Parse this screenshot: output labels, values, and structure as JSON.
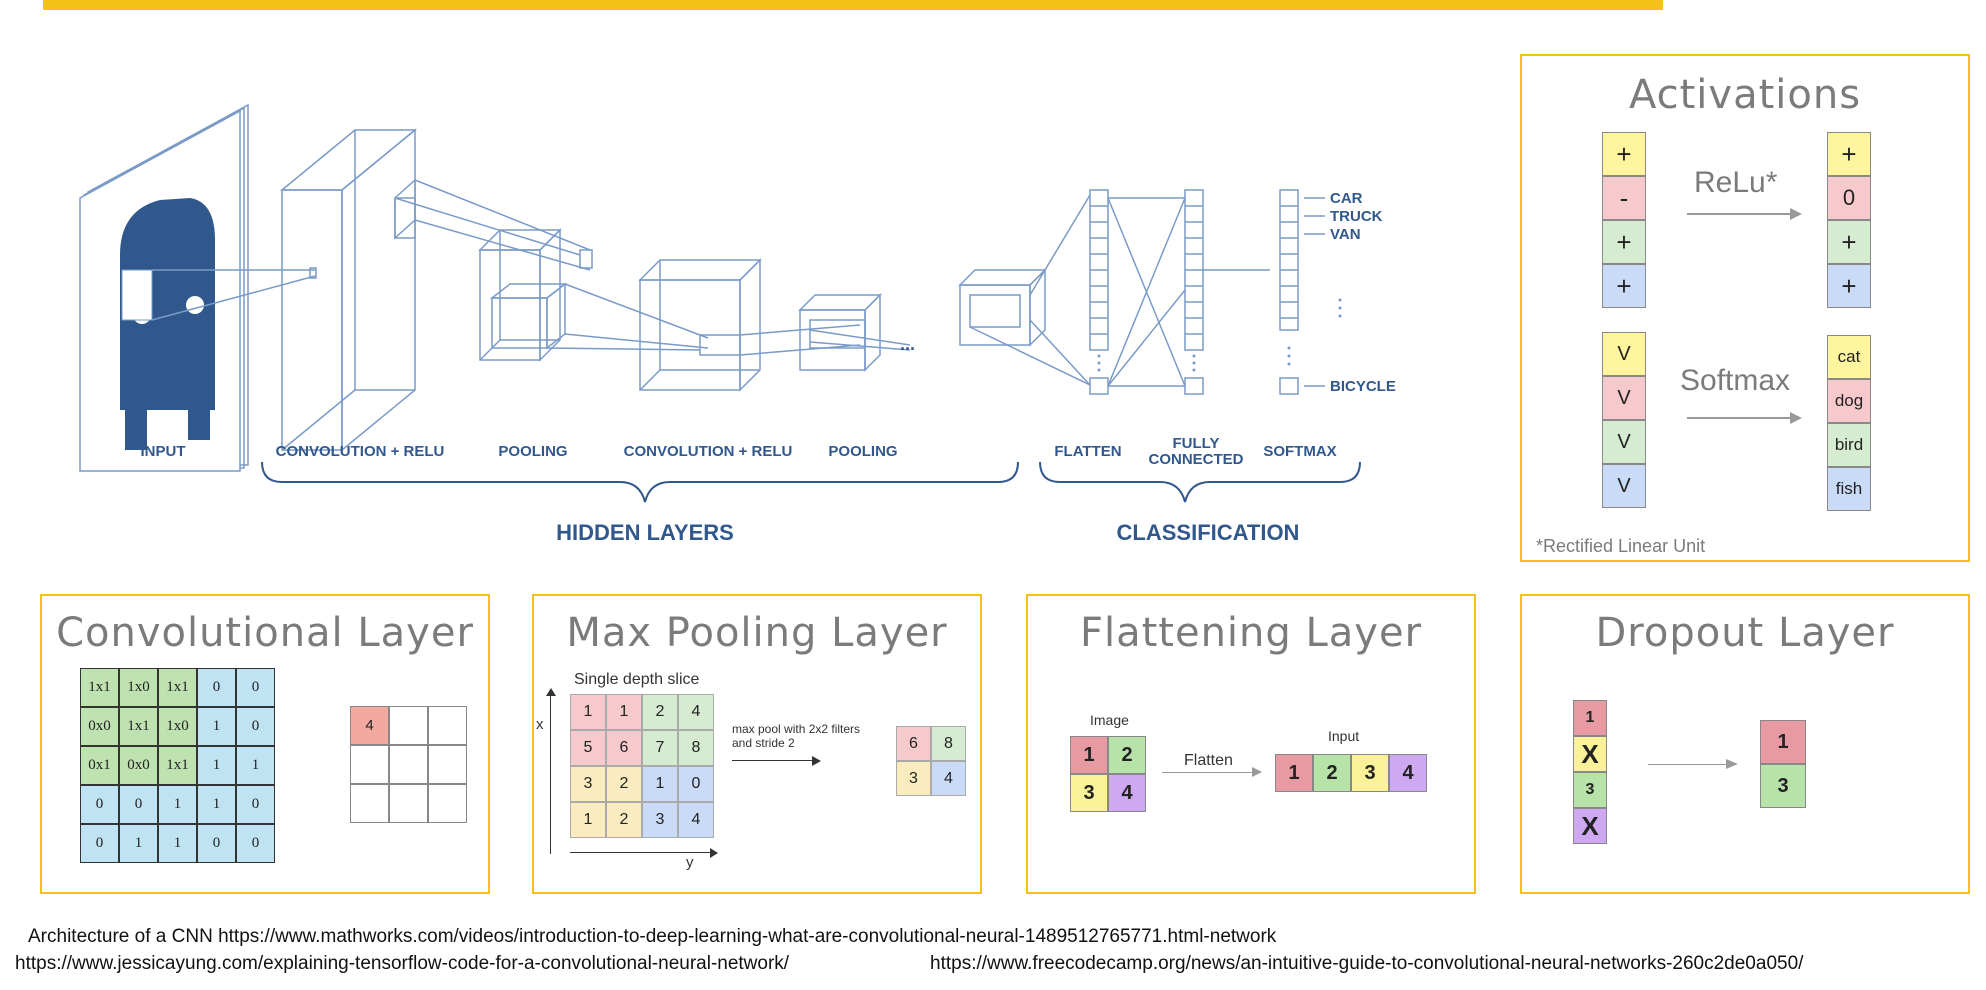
{
  "hero": {
    "layer_labels": [
      "INPUT",
      "CONVOLUTION + RELU",
      "POOLING",
      "CONVOLUTION + RELU",
      "POOLING",
      "FLATTEN",
      "FULLY CONNECTED",
      "SOFTMAX"
    ],
    "fully_line1": "FULLY",
    "fully_line2": "CONNECTED",
    "outputs": [
      "CAR",
      "TRUCK",
      "VAN",
      "BICYCLE"
    ],
    "hidden_layers": "HIDDEN LAYERS",
    "classification": "CLASSIFICATION",
    "colors": {
      "diagram": "#31588d",
      "outline": "#7a9bc7"
    }
  },
  "activations": {
    "title": "Activations",
    "relu_label": "ReLu*",
    "relu_in": [
      "+",
      "-",
      "+",
      "+"
    ],
    "relu_out": [
      "+",
      "0",
      "+",
      "+"
    ],
    "softmax_label": "Softmax",
    "softmax_in": [
      "V",
      "V",
      "V",
      "V"
    ],
    "softmax_out": [
      "cat",
      "dog",
      "bird",
      "fish"
    ],
    "footnote": "*Rectified Linear Unit"
  },
  "conv": {
    "title": "Convolutional Layer",
    "grid": [
      [
        "1x1",
        "1x0",
        "1x1",
        "0",
        "0"
      ],
      [
        "0x0",
        "1x1",
        "1x0",
        "1",
        "0"
      ],
      [
        "0x1",
        "0x0",
        "1x1",
        "1",
        "1"
      ],
      [
        "0",
        "0",
        "1",
        "1",
        "0"
      ],
      [
        "0",
        "1",
        "1",
        "0",
        "0"
      ]
    ],
    "output": "4"
  },
  "pool": {
    "title": "Max Pooling Layer",
    "slice_label": "Single depth slice",
    "grid": [
      [
        "1",
        "1",
        "2",
        "4"
      ],
      [
        "5",
        "6",
        "7",
        "8"
      ],
      [
        "3",
        "2",
        "1",
        "0"
      ],
      [
        "1",
        "2",
        "3",
        "4"
      ]
    ],
    "axis_x": "x",
    "axis_y": "y",
    "note_line1": "max pool with 2x2 filters",
    "note_line2": "and stride 2",
    "result": [
      [
        "6",
        "8"
      ],
      [
        "3",
        "4"
      ]
    ]
  },
  "flatten": {
    "title": "Flattening Layer",
    "image_label": "Image",
    "image": [
      [
        "1",
        "2"
      ],
      [
        "3",
        "4"
      ]
    ],
    "arrow_label": "Flatten",
    "input_label": "Input",
    "input": [
      "1",
      "2",
      "3",
      "4"
    ]
  },
  "dropout": {
    "title": "Dropout Layer",
    "column": [
      "1",
      "X",
      "3",
      "X"
    ],
    "result": [
      "1",
      "3"
    ]
  },
  "footer": {
    "line1": "Architecture of a CNN https://www.mathworks.com/videos/introduction-to-deep-learning-what-are-convolutional-neural-1489512765771.html-network",
    "line2a": "https://www.jessicayung.com/explaining-tensorflow-code-for-a-convolutional-neural-network/",
    "line2b": "https://www.freecodecamp.org/news/an-intuitive-guide-to-convolutional-neural-networks-260c2de0a050/"
  }
}
